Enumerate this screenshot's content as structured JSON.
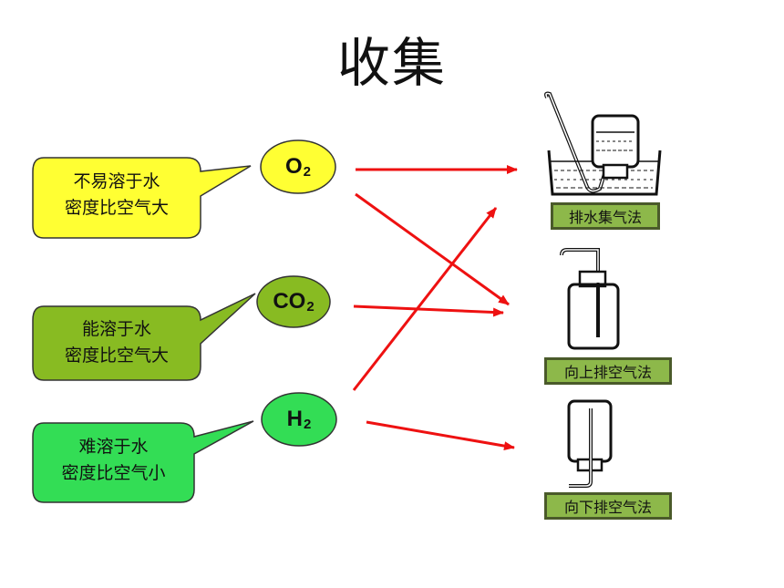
{
  "title": "收集",
  "callouts": [
    {
      "line1": "不易溶于水",
      "line2": "密度比空气大",
      "fill": "#ffff33"
    },
    {
      "line1": "能溶于水",
      "line2": "密度比空气大",
      "fill": "#88bb22"
    },
    {
      "line1": "难溶于水",
      "line2": "密度比空气小",
      "fill": "#33dd55"
    }
  ],
  "gases": [
    {
      "formula": "O",
      "subscript": "2",
      "fill": "#ffff33"
    },
    {
      "formula": "CO",
      "subscript": "2",
      "fill": "#88bb22"
    },
    {
      "formula": "H",
      "subscript": "2",
      "fill": "#33dd55"
    }
  ],
  "methods": [
    {
      "label": "排水集气法"
    },
    {
      "label": "向上排空气法"
    },
    {
      "label": "向下排空气法"
    }
  ],
  "colors": {
    "arrow": "#ee1111",
    "label_fill": "#8db84a",
    "label_border": "#4a5a2a"
  }
}
